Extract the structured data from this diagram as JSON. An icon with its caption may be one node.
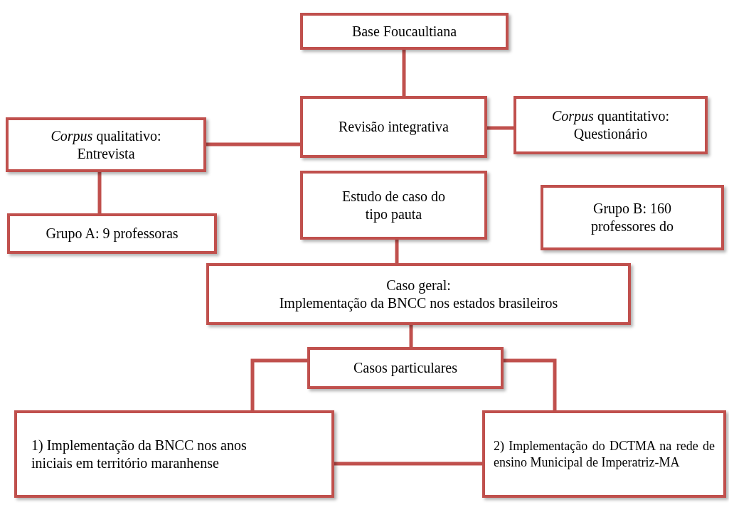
{
  "diagram": {
    "nodes": [
      {
        "text": [
          "Base Foucaultiana"
        ]
      },
      {
        "text": [
          "Revisão integrativa"
        ]
      },
      {
        "text": [
          "*Corpus* qualitativo: Entrevista"
        ]
      },
      {
        "text": [
          "*Corpus* quantitativo: Questionário"
        ]
      },
      {
        "text": [
          "Estudo de caso do tipo pauta"
        ]
      },
      {
        "text": [
          "Grupo A: 9 professoras"
        ]
      },
      {
        "text": [
          "Grupo B: 160 professores do"
        ]
      },
      {
        "text": [
          "Caso geral:",
          "Implementação da BNCC nos estados brasileiros"
        ]
      },
      {
        "text": [
          "Casos particulares"
        ]
      },
      {
        "text": [
          "1) Implementação da BNCC nos anos iniciais em território maranhense"
        ]
      },
      {
        "text": [
          "2) Implementação do DCTMA na rede de ensino Municipal de Imperatriz-MA"
        ]
      }
    ],
    "edges": [
      {
        "from": 0,
        "to": 1,
        "arrow": "none"
      },
      {
        "from": 1,
        "to": 2,
        "arrow": "none"
      },
      {
        "from": 1,
        "to": 3,
        "arrow": "none"
      },
      {
        "from": 2,
        "to": 5,
        "arrow": "none"
      },
      {
        "from": 4,
        "to": 7,
        "arrow": "none"
      },
      {
        "from": 7,
        "to": 8,
        "arrow": "none"
      },
      {
        "from": 8,
        "to": 9,
        "arrow": "none"
      },
      {
        "from": 8,
        "to": 10,
        "arrow": "none"
      },
      {
        "from": 9,
        "to": 10,
        "arrow": "none"
      }
    ]
  }
}
